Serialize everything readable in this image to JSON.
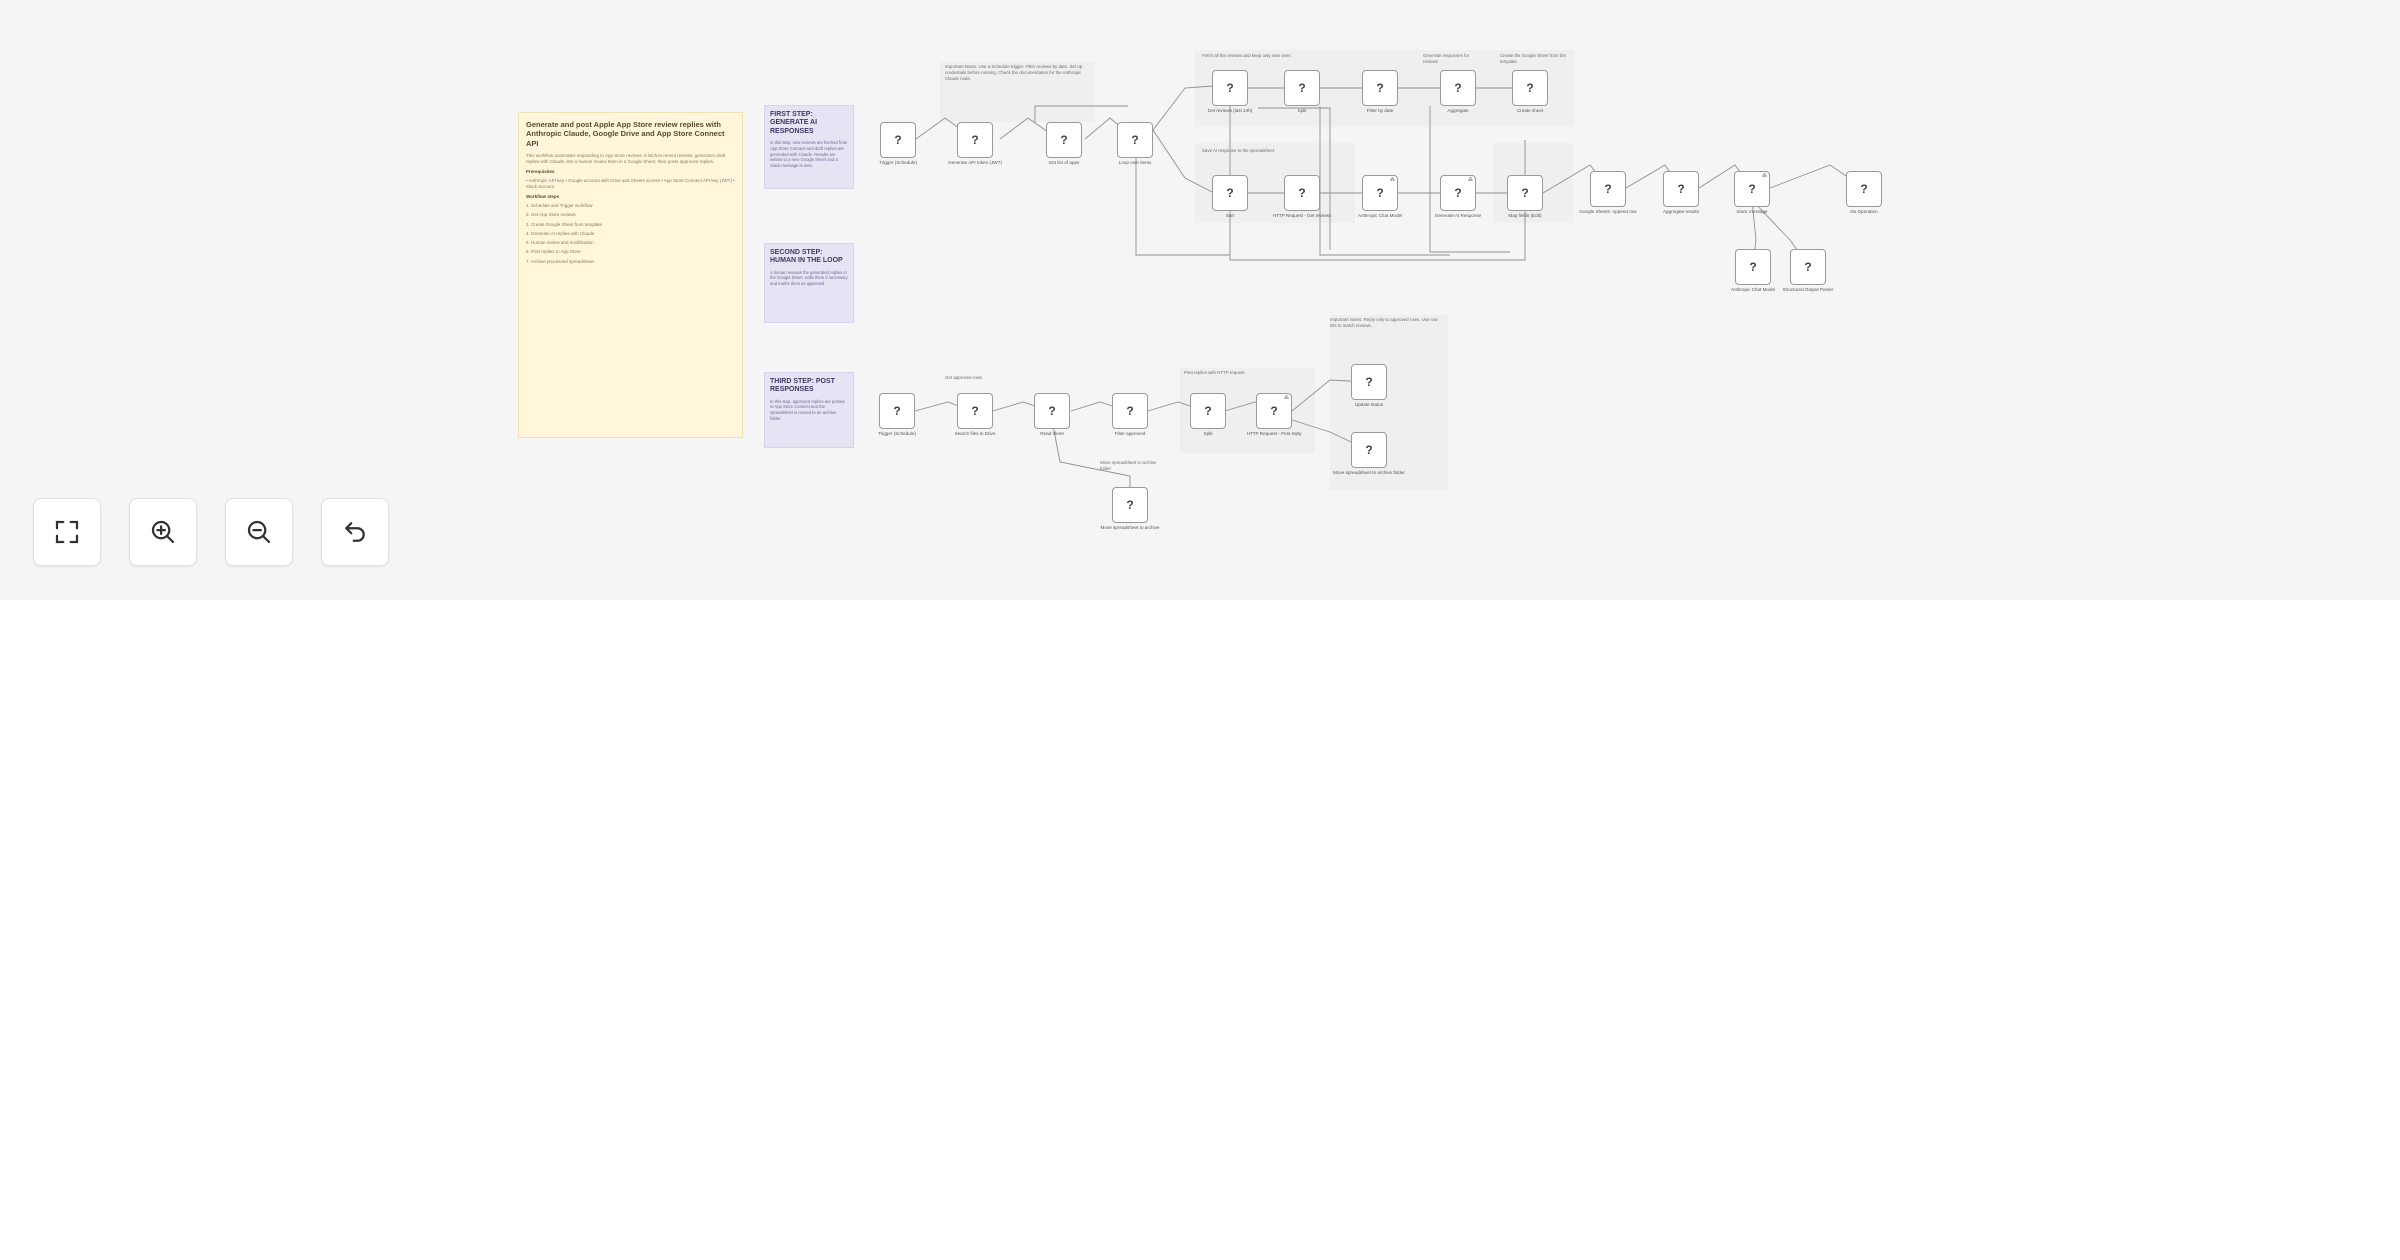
{
  "main_note": {
    "title": "Generate and post Apple App Store review replies with Anthropic Claude, Google Drive and App Store Connect API",
    "lines": [
      "This workflow automates responding to App Store reviews: it fetches recent reviews, generates draft replies with Claude, lets a human review them in a Google Sheet, then posts approved replies.",
      "Prerequisites",
      "• Anthropic API key • Google account with Drive and Sheets access • App Store Connect API key (JWT) • Slack account",
      "Workflow steps",
      "1. Schedule and Trigger workflow",
      "2. Get App Store reviews",
      "3. Create Google Sheet from template",
      "4. Generate AI replies with Claude",
      "5. Human review and modification",
      "6. Post replies to App Store",
      "7. Archive processed spreadsheet"
    ]
  },
  "steps": [
    {
      "title": "FIRST STEP: GENERATE AI RESPONSES",
      "body": "In this step, new reviews are fetched from App Store Connect and draft replies are generated with Claude. Results are written to a new Google Sheet and a Slack message is sent."
    },
    {
      "title": "SECOND STEP: HUMAN IN THE LOOP",
      "body": "A human reviews the generated replies in the Google Sheet, edits them if necessary and marks them as approved."
    },
    {
      "title": "THIRD STEP: POST RESPONSES",
      "body": "In this step, approved replies are posted to App Store Connect and the spreadsheet is moved to an archive folder."
    }
  ],
  "annotations": [
    "Important Notes: Use a Schedule trigger. Filter reviews by date. Set up credentials before running. Check the documentation for the Anthropic Claude node.",
    "Fetch all the reviews and keep only new ones",
    "Generate responses for reviews",
    "Create the Google Sheet from the template",
    "Save AI response to the spreadsheet",
    "Important Notes: Reply only to approved rows. Use row IDs to match reviews.",
    "Get approved rows",
    "Post replies with HTTP request",
    "Move spreadsheet to archive folder"
  ],
  "nodes": [
    {
      "label": "Trigger (Schedule)",
      "badge": ""
    },
    {
      "label": "Generate API token (JWT)",
      "badge": ""
    },
    {
      "label": "Get list of apps",
      "badge": ""
    },
    {
      "label": "Loop over items",
      "badge": ""
    },
    {
      "label": "Get reviews (last 24h)",
      "badge": ""
    },
    {
      "label": "Split",
      "badge": ""
    },
    {
      "label": "Filter by date",
      "badge": ""
    },
    {
      "label": "Aggregate",
      "badge": ""
    },
    {
      "label": "Create sheet",
      "badge": ""
    },
    {
      "label": "Sort",
      "badge": ""
    },
    {
      "label": "HTTP Request - Get reviews",
      "badge": ""
    },
    {
      "label": "Anthropic Chat Model",
      "badge": "⁂"
    },
    {
      "label": "Generate AI Response",
      "badge": "⁂"
    },
    {
      "label": "Map fields (Edit)",
      "badge": ""
    },
    {
      "label": "Google Sheets: Append row",
      "badge": ""
    },
    {
      "label": "Aggregate results",
      "badge": ""
    },
    {
      "label": "Slack message",
      "badge": "⁂"
    },
    {
      "label": "No Operation",
      "badge": ""
    },
    {
      "label": "Anthropic Chat Model",
      "badge": ""
    },
    {
      "label": "Structured Output Parser",
      "badge": ""
    },
    {
      "label": "Trigger (Schedule)",
      "badge": ""
    },
    {
      "label": "Search files in Drive",
      "badge": ""
    },
    {
      "label": "Read sheet",
      "badge": ""
    },
    {
      "label": "Filter approved",
      "badge": ""
    },
    {
      "label": "Split",
      "badge": ""
    },
    {
      "label": "HTTP Request - Post reply",
      "badge": "⁂"
    },
    {
      "label": "Move spreadsheet to archive",
      "badge": ""
    },
    {
      "label": "Update status",
      "badge": ""
    },
    {
      "label": "Move spreadsheet to archive folder",
      "badge": ""
    }
  ],
  "controls": {
    "fit_view": "fit-view-icon",
    "zoom_in": "zoom-in-icon",
    "zoom_out": "zoom-out-icon",
    "undo": "undo-icon"
  }
}
